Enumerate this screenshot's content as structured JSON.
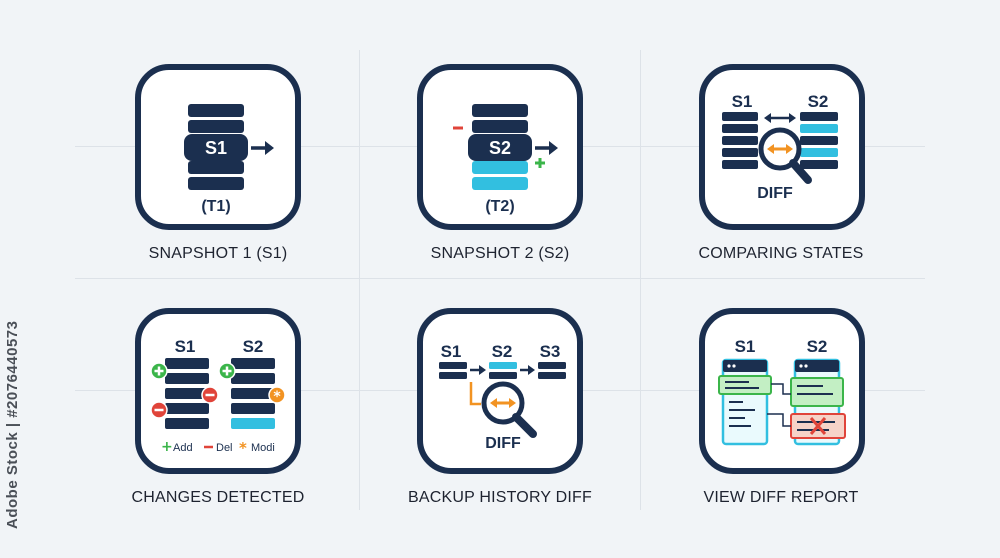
{
  "colors": {
    "navy": "#1b2f4f",
    "cyan": "#32bfe0",
    "green": "#3bb54a",
    "red": "#e0443a",
    "orange": "#f29322",
    "background": "#f1f4f7"
  },
  "side_watermark": "Adobe Stock | #2076440573",
  "cards": [
    {
      "caption": "SNAPSHOT 1 (S1)",
      "icon": "database-stack-arrow-icon",
      "label": "S1",
      "sublabel": "(T1)"
    },
    {
      "caption": "SNAPSHOT 2 (S2)",
      "icon": "database-stack-changes-icon",
      "label": "S2",
      "sublabel": "(T2)"
    },
    {
      "caption": "COMPARING STATES",
      "icon": "compare-magnifier-icon",
      "label_left": "S1",
      "label_right": "S2",
      "diff": "DIFF"
    },
    {
      "caption": "CHANGES DETECTED",
      "icon": "changes-detected-icon",
      "label_left": "S1",
      "label_right": "S2",
      "legend": {
        "add": "Add",
        "del": "Del",
        "modi": "Modi"
      }
    },
    {
      "caption": "BACKUP HISTORY DIFF",
      "icon": "history-chain-icon",
      "labels": [
        "S1",
        "S2",
        "S3"
      ],
      "diff": "DIFF"
    },
    {
      "caption": "VIEW DIFF REPORT",
      "icon": "diff-report-icon",
      "label_left": "S1",
      "label_right": "S2"
    }
  ]
}
